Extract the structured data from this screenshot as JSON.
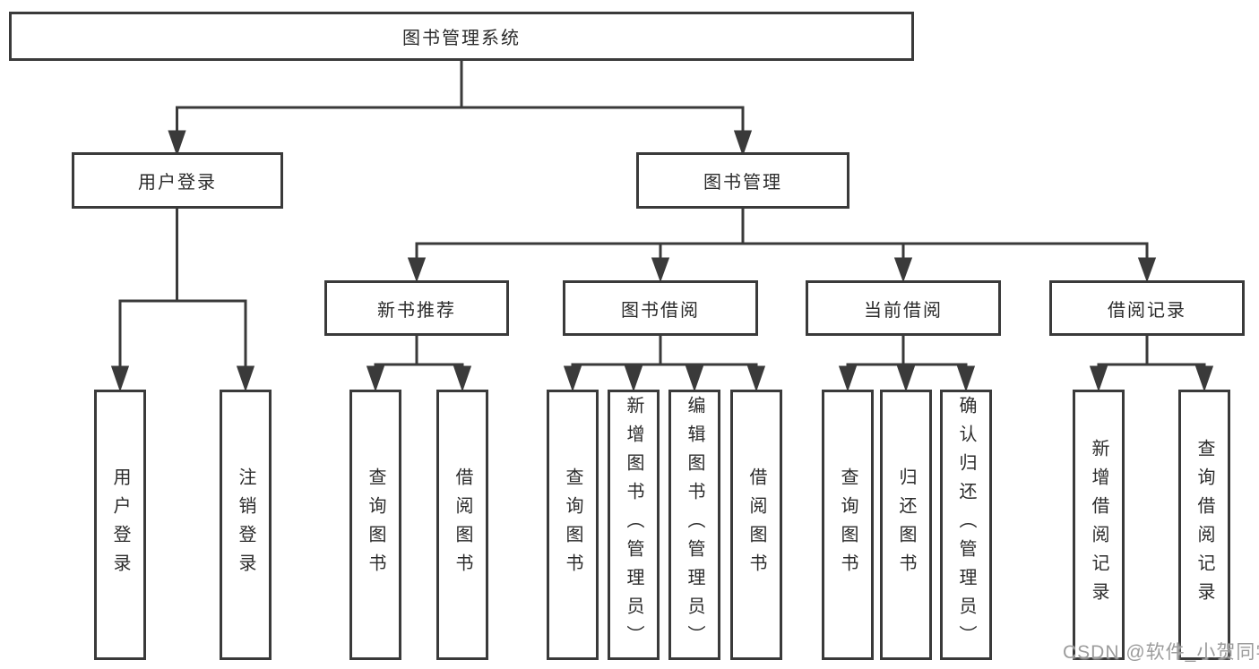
{
  "diagram": {
    "root": "图书管理系统",
    "branches": [
      {
        "label": "用户登录"
      },
      {
        "label": "图书管理"
      }
    ],
    "sections": [
      {
        "label": "新书推荐"
      },
      {
        "label": "图书借阅"
      },
      {
        "label": "当前借阅"
      },
      {
        "label": "借阅记录"
      }
    ],
    "leaves": [
      {
        "label": "用户登录"
      },
      {
        "label": "注销登录"
      },
      {
        "label": "查询图书"
      },
      {
        "label": "借阅图书"
      },
      {
        "label": "查询图书"
      },
      {
        "label": "新增图书（管理员）"
      },
      {
        "label": "编辑图书（管理员）"
      },
      {
        "label": "借阅图书"
      },
      {
        "label": "查询图书"
      },
      {
        "label": "归还图书"
      },
      {
        "label": "确认归还（管理员）"
      },
      {
        "label": "新增借阅记录"
      },
      {
        "label": "查询借阅记录"
      }
    ]
  },
  "watermark": "CSDN @软件_小贺同学",
  "colors": {
    "line": "#3a3a3a",
    "text": "#2b2b2b",
    "watermark": "#9c9c9c",
    "background": "#ffffff"
  }
}
